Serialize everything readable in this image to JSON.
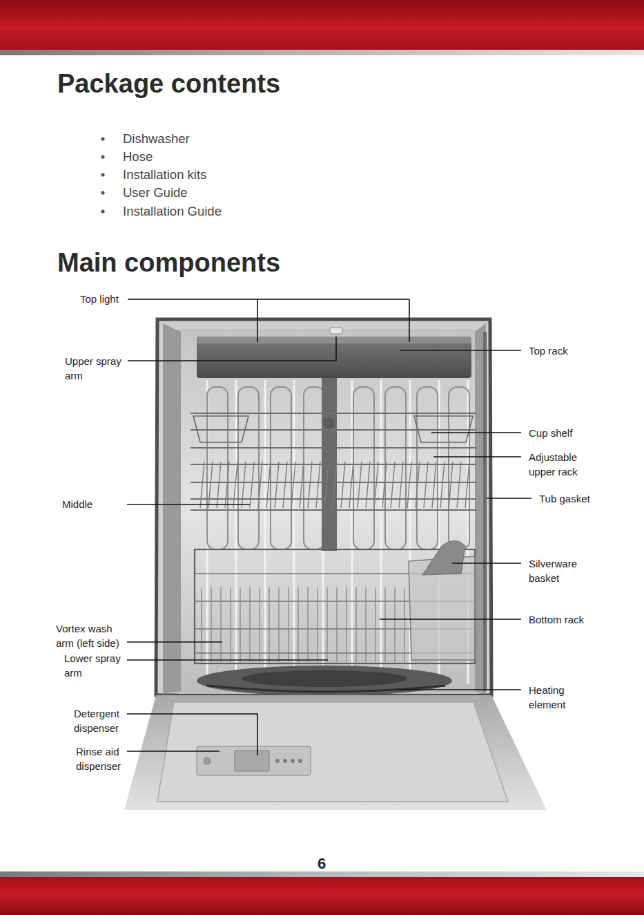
{
  "diagram": {
    "title": "Main components",
    "labels": [
      "Package contents",
      "Dishwasher",
      "Hose",
      "Installation kits",
      "User Guide",
      "Installation Guide",
      "Top light",
      "Upper spray arm",
      "Top rack",
      "Cup shelf",
      "Adjustable upper rack",
      "Tub gasket",
      "Middle",
      "Silverware basket",
      "Bottom rack",
      "Vortex wash arm (left side)",
      "Lower spray arm",
      "Heating element",
      "Detergent dispenser",
      "Rinse aid dispenser",
      "6"
    ]
  }
}
